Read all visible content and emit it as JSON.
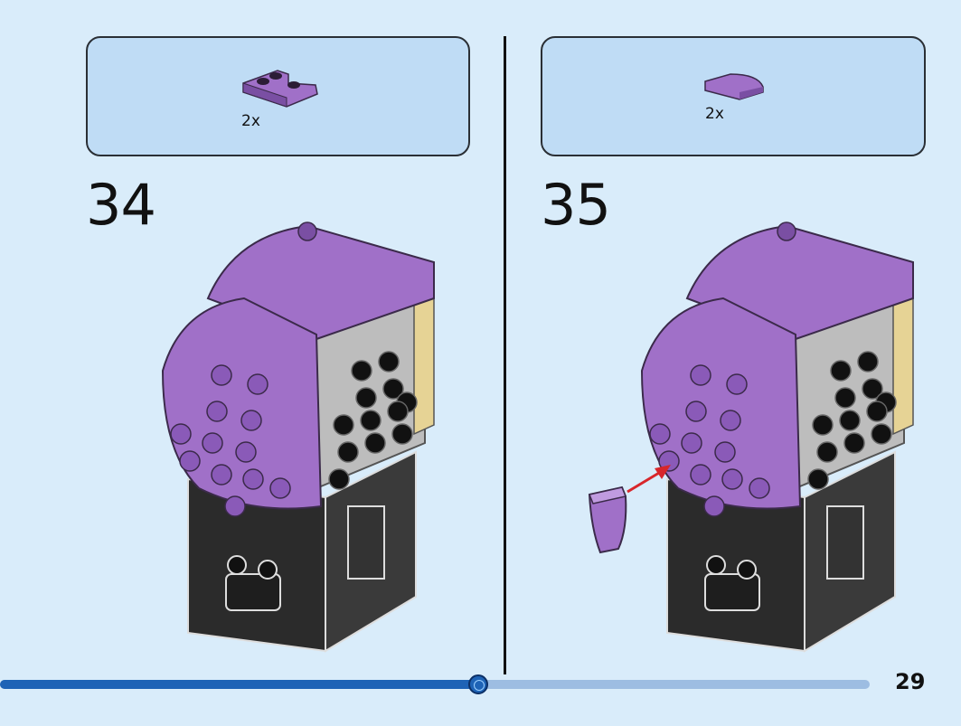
{
  "steps": [
    {
      "number": "34",
      "part_qty": "2x",
      "part_name": "purple-corner-plate-icon",
      "part_color": "#a070c8"
    },
    {
      "number": "35",
      "part_qty": "2x",
      "part_name": "purple-curved-slope-icon",
      "part_color": "#a070c8"
    }
  ],
  "page_number": "29",
  "progress": 0.55,
  "colors": {
    "background": "#d9ecfa",
    "parts_box": "#bfdcf5",
    "purple": "#a070c8",
    "purple_dark": "#7a4fa3",
    "black_brick": "#2b2b2b",
    "gray_brick": "#bdbdbd",
    "tan": "#e6d395",
    "arrow": "#d8262b",
    "progress_fill": "#1e63b6",
    "progress_track": "#9dbde2"
  }
}
